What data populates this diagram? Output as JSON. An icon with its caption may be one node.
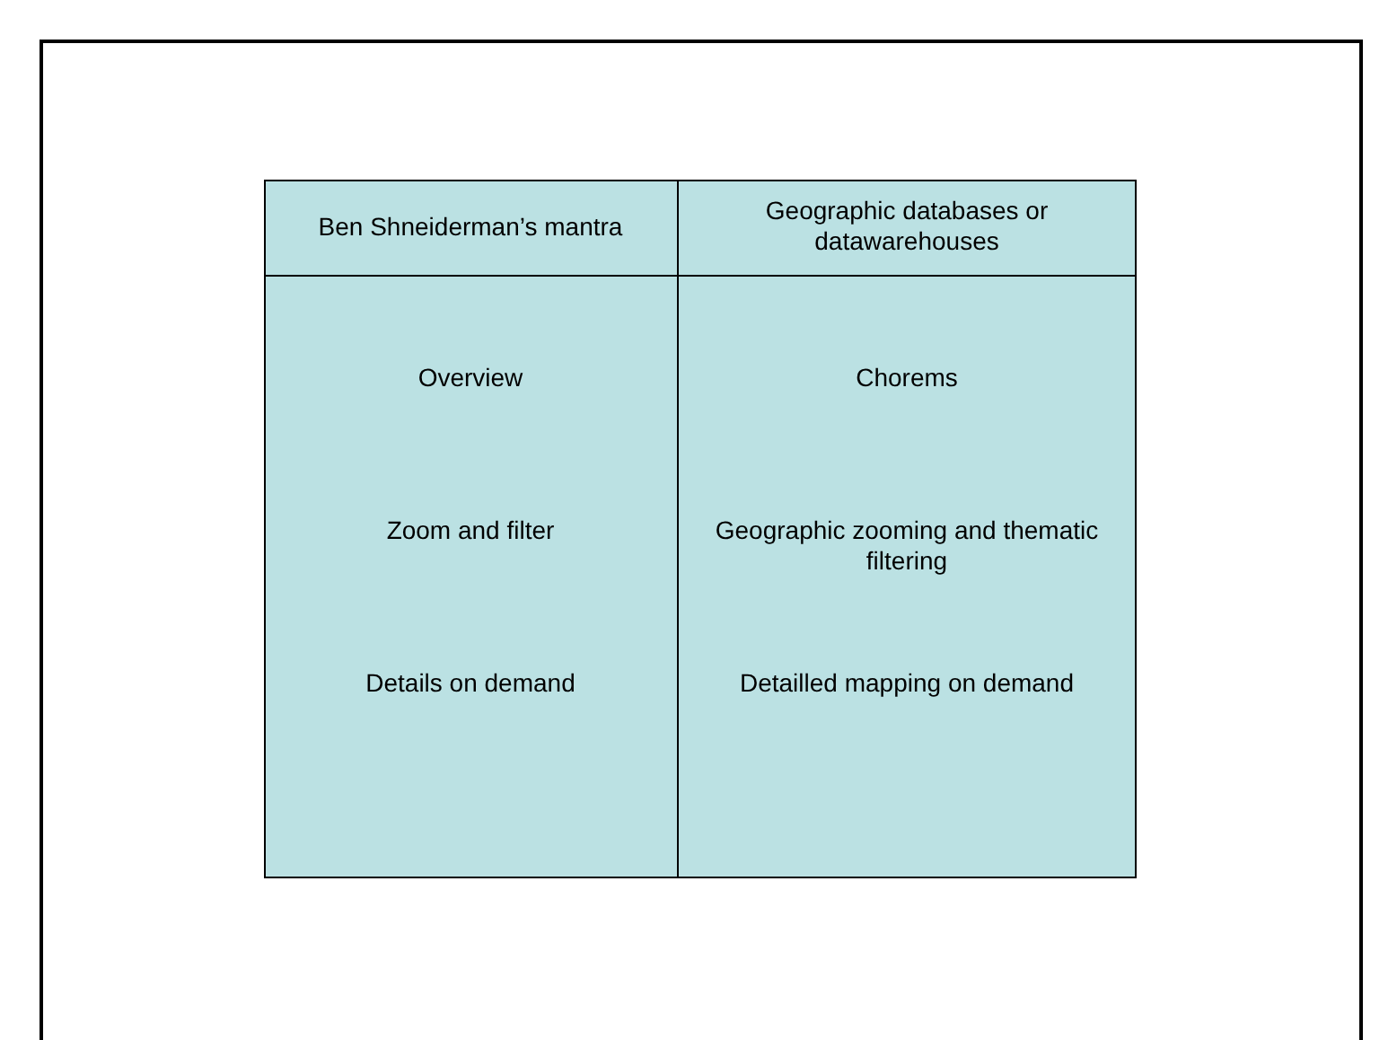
{
  "diagram": {
    "labels": [
      "Ben Shneiderman’s mantra",
      "Geographic databases or datawarehouses",
      "Overview",
      "Chorems",
      "Zoom and filter",
      "Geographic zooming and thematic filtering",
      "Details on demand",
      "Detailled mapping on demand"
    ]
  }
}
